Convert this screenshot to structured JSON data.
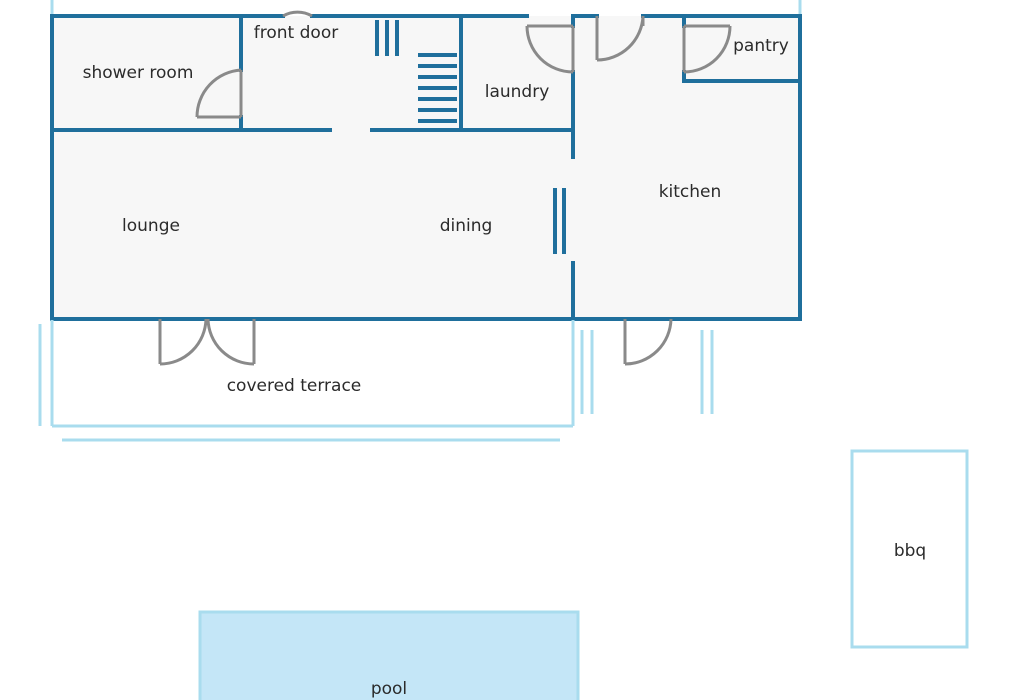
{
  "plan": {
    "labels": {
      "front_door": "front door",
      "shower_room": "shower room",
      "laundry": "laundry",
      "pantry": "pantry",
      "kitchen": "kitchen",
      "lounge": "lounge",
      "dining": "dining",
      "covered_terrace": "covered terrace",
      "bbq": "bbq",
      "pool": "pool"
    },
    "colors": {
      "wall": "#1f6f9c",
      "interior": "#f7f7f7",
      "outdoor_outline": "#a9dcee",
      "pool_fill": "#c4e6f7",
      "door": "#8a8a8a",
      "text": "#2b2b2b"
    }
  }
}
